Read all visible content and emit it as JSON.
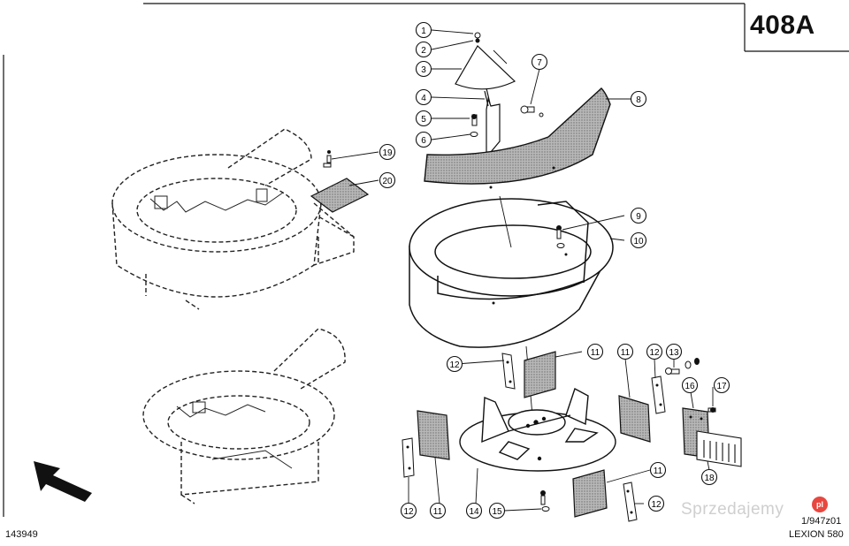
{
  "header": {
    "page_number": "408A"
  },
  "footer": {
    "doc_number": "143949",
    "drawing_ref": "1/947z01",
    "model": "LEXION 580"
  },
  "watermark": {
    "text": "Sprzedajemy",
    "badge": "pl"
  },
  "callouts": [
    {
      "id": "c1",
      "label": "1"
    },
    {
      "id": "c2",
      "label": "2"
    },
    {
      "id": "c3",
      "label": "3"
    },
    {
      "id": "c4",
      "label": "4"
    },
    {
      "id": "c5",
      "label": "5"
    },
    {
      "id": "c6",
      "label": "6"
    },
    {
      "id": "c7",
      "label": "7"
    },
    {
      "id": "c8",
      "label": "8"
    },
    {
      "id": "c9",
      "label": "9"
    },
    {
      "id": "c10",
      "label": "10"
    },
    {
      "id": "c11a",
      "label": "11"
    },
    {
      "id": "c11b",
      "label": "11"
    },
    {
      "id": "c11c",
      "label": "11"
    },
    {
      "id": "c11d",
      "label": "11"
    },
    {
      "id": "c12a",
      "label": "12"
    },
    {
      "id": "c12b",
      "label": "12"
    },
    {
      "id": "c12c",
      "label": "12"
    },
    {
      "id": "c12d",
      "label": "12"
    },
    {
      "id": "c13",
      "label": "13"
    },
    {
      "id": "c14",
      "label": "14"
    },
    {
      "id": "c15",
      "label": "15"
    },
    {
      "id": "c16",
      "label": "16"
    },
    {
      "id": "c17",
      "label": "17"
    },
    {
      "id": "c18",
      "label": "18"
    },
    {
      "id": "c19",
      "label": "19"
    },
    {
      "id": "c20",
      "label": "20"
    }
  ],
  "colors": {
    "ink": "#111111",
    "panel": "#9a9a9a",
    "watermark": "#cfcfcf",
    "badge": "#e8473f"
  }
}
